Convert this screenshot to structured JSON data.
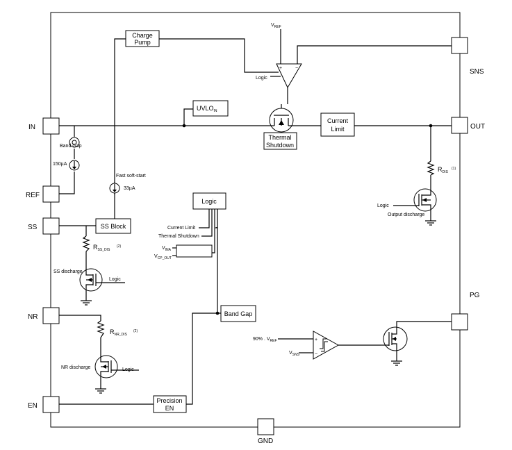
{
  "pins": {
    "in": "IN",
    "ref": "REF",
    "ss": "SS",
    "nr": "NR",
    "en": "EN",
    "gnd": "GND",
    "sns": "SNS",
    "out": "OUT",
    "pg": "PG"
  },
  "blocks": {
    "charge_pump_line1": "Charge",
    "charge_pump_line2": "Pump",
    "uvlo_main": "UVLO",
    "uvlo_sub": "IN",
    "current_limit_line1": "Current",
    "current_limit_line2": "Limit",
    "thermal_shutdown_line1": "Thermal",
    "thermal_shutdown_line2": "Shutdown",
    "ss_block": "SS Block",
    "logic_block": "Logic",
    "band_gap_block": "Band Gap",
    "precision_en_line1": "Precision",
    "precision_en_line2": "EN"
  },
  "labels": {
    "vref_main": "V",
    "vref_sub": "REF",
    "amp_logic": "Logic",
    "band_gap_small": "Band Gap",
    "current_150": "150µA",
    "fast_soft_start": "Fast soft-start",
    "current_33": "33µA",
    "logic_in_current_limit": "Current Limit",
    "logic_in_thermal": "Thermal Shutdown",
    "vin_main": "V",
    "vin_sub": "INA",
    "vcp_main": "V",
    "vcp_sub": "CP_OUT",
    "rdis_main": "R",
    "rdis_sub": "DIS",
    "rdis_note": "(1)",
    "out_logic": "Logic",
    "output_discharge": "Output discharge",
    "rss_main": "R",
    "rss_sub": "SS_DIS",
    "rss_note": "(2)",
    "ss_discharge": "SS discharge",
    "ss_logic": "Logic",
    "rnr_main": "R",
    "rnr_sub": "NR_DIS",
    "rnr_note": "(2)",
    "nr_discharge": "NR discharge",
    "nr_logic": "Logic",
    "pg_ref": "90% . V",
    "pg_ref_sub": "REF",
    "vsns_main": "V",
    "vsns_sub": "SNS",
    "plus": "+",
    "minus": "−"
  }
}
